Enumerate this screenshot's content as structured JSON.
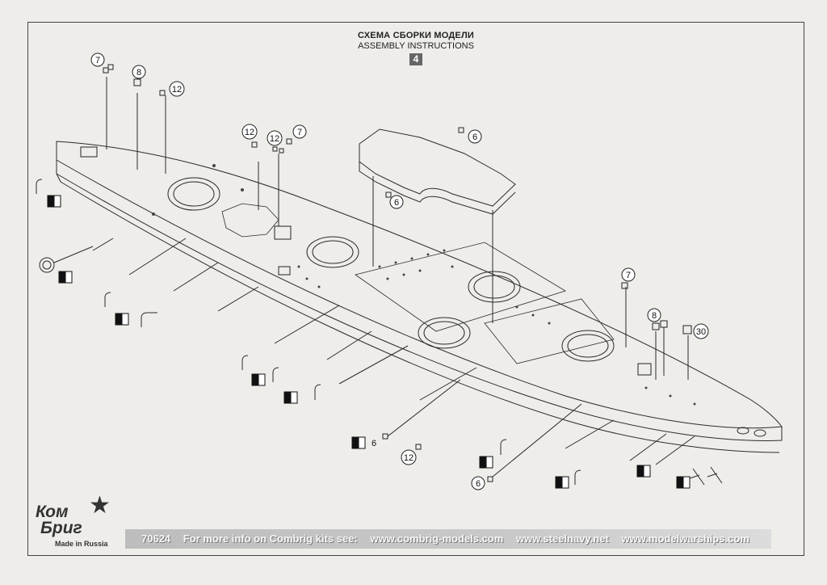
{
  "header": {
    "title_ru": "СХЕМА СБОРКИ МОДЕЛИ",
    "title_en": "ASSEMBLY INSTRUCTIONS",
    "step": "4"
  },
  "part_labels": {
    "p7a": "7",
    "p8a": "8",
    "p12a": "12",
    "p12b": "12",
    "p12c": "12",
    "p7b": "7",
    "p6a": "6",
    "p6b": "6",
    "p7c": "7",
    "p8b": "8",
    "p30": "30",
    "p6c": "6",
    "p12d": "12",
    "p6d": "6"
  },
  "logo": {
    "line1": "Ком",
    "line2": "Бриг",
    "made_in": "Made in Russia",
    "star": "★"
  },
  "footer": {
    "code": "70624",
    "info": "For more info on Combrig kits see:",
    "site1": "www.combrig-models.com",
    "site2": "www.steelnavy.net",
    "site3": "www.modelwarships.com"
  },
  "colors": {
    "line": "#2b2b2b",
    "footer_band": "#c4c4c4",
    "paper": "#eeedea"
  }
}
